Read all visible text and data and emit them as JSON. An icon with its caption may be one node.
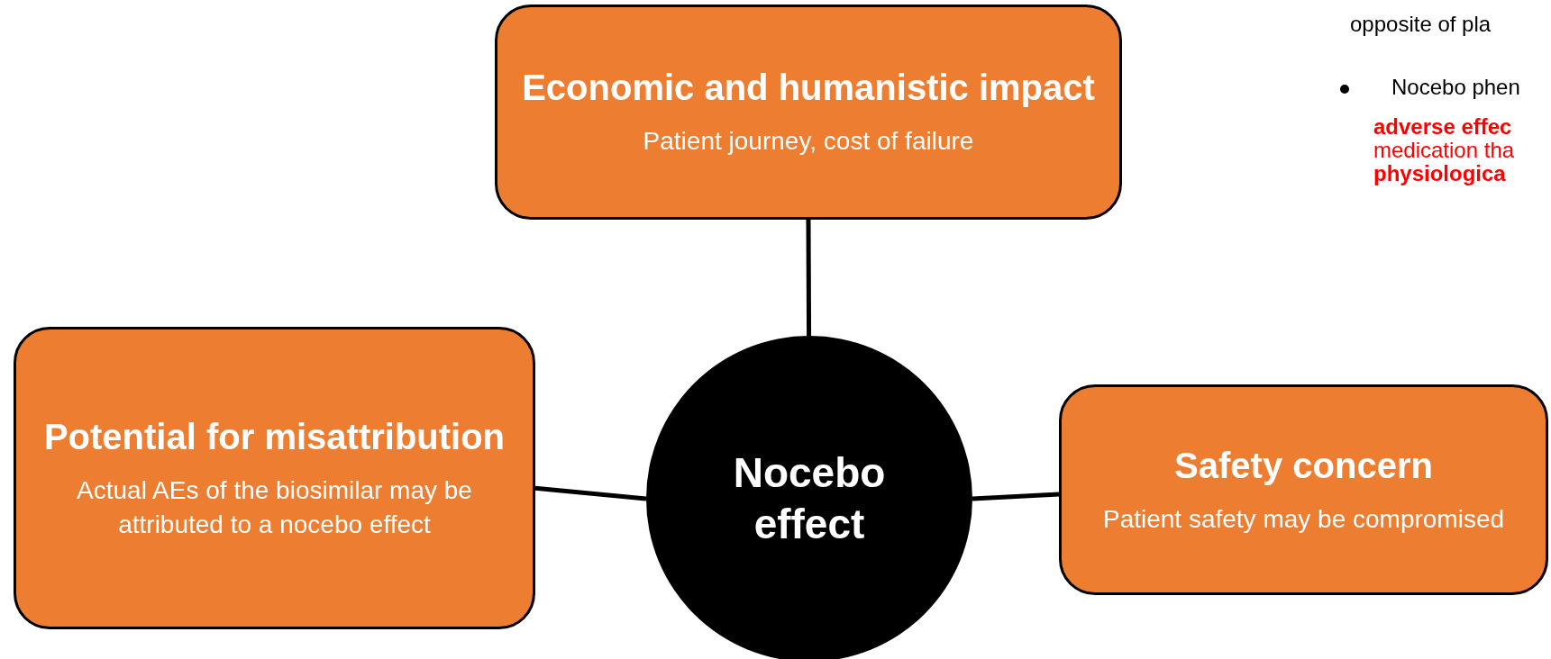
{
  "diagram": {
    "nodes": [
      {
        "text": [
          "Economic and humanistic impact",
          "Patient journey, cost of failure"
        ]
      },
      {
        "text": [
          "Nocebo effect"
        ]
      },
      {
        "text": [
          "Potential for misattribution",
          "Actual AEs of the biosimilar may be attributed to a nocebo effect"
        ]
      },
      {
        "text": [
          "Safety concern",
          "Patient safety may be compromised"
        ]
      }
    ],
    "edges": [
      {
        "from": 1,
        "to": 0,
        "arrow": "none"
      },
      {
        "from": 1,
        "to": 2,
        "arrow": "none"
      },
      {
        "from": 1,
        "to": 3,
        "arrow": "none"
      }
    ],
    "labels": [
      "opposite of pla",
      "Nocebo phen",
      "**adverse effec** medication tha **physiologica**"
    ]
  }
}
